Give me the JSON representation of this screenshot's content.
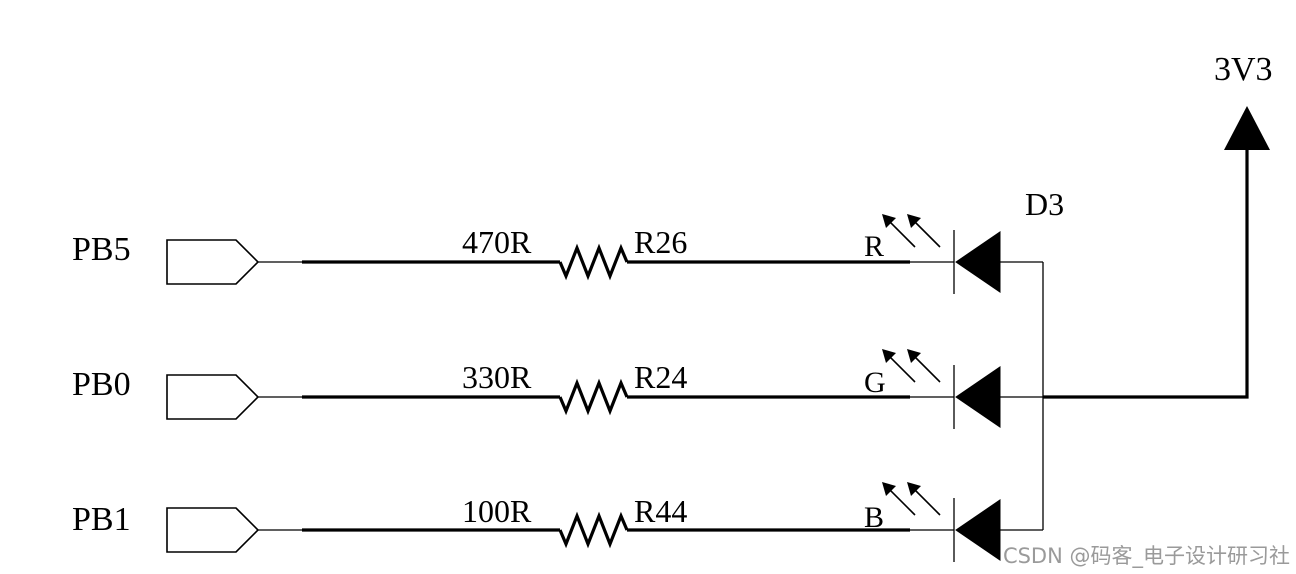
{
  "power": {
    "label": "3V3"
  },
  "led": {
    "designator": "D3"
  },
  "rows": [
    {
      "port": "PB5",
      "value": "470R",
      "ref": "R26",
      "channel": "R"
    },
    {
      "port": "PB0",
      "value": "330R",
      "ref": "R24",
      "channel": "G"
    },
    {
      "port": "PB1",
      "value": "100R",
      "ref": "R44",
      "channel": "B"
    }
  ],
  "watermark": "CSDN @码客_电子设计研习社"
}
